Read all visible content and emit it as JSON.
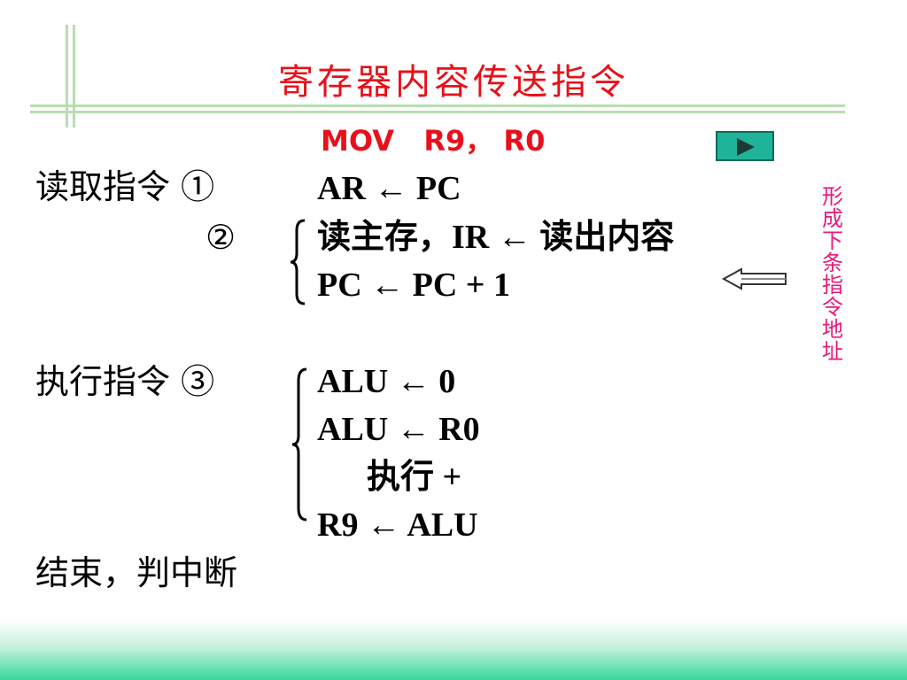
{
  "slide": {
    "title": "寄存器内容传送指令",
    "instruction": "MOV   R9， R0",
    "next_button_label": "▶",
    "side_note": "形成下条指令地址",
    "fetch": {
      "label": "读取指令 ①",
      "step1": "AR ← PC",
      "step2_marker": "②",
      "step2_line1": "读主存，IR ← 读出内容",
      "step2_line2": "PC ← PC + 1"
    },
    "execute": {
      "label": "执行指令 ③",
      "line1": "ALU ← 0",
      "line2": "ALU ← R0",
      "line3": "执行 +",
      "line4": "R9 ← ALU"
    },
    "end": {
      "label": "结束，判中断"
    }
  },
  "colors": {
    "title": "#e8101a",
    "side_note": "#e8197a",
    "decor_line": "#b9ddb0",
    "button": "#1fb39a",
    "bottom_band": "#37d79a"
  }
}
